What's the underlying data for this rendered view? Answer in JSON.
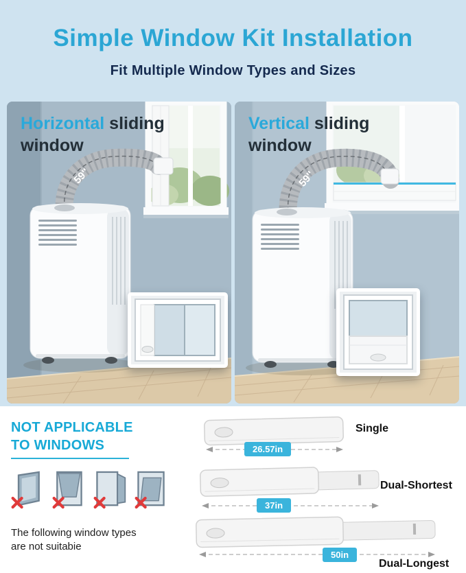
{
  "header": {
    "title": "Simple Window Kit Installation",
    "subtitle": "Fit Multiple Window Types and Sizes"
  },
  "panels": [
    {
      "highlight": "Horizontal",
      "rest": " sliding window",
      "hose_length": "59''"
    },
    {
      "highlight": "Vertical",
      "rest": " sliding window",
      "hose_length": "59''"
    }
  ],
  "not_applicable": {
    "title_line1": "NOT APPLICABLE",
    "title_line2": "TO WINDOWS",
    "note_line1": "The following window types",
    "note_line2": "are not suitabie",
    "icons": [
      "tilted-pane-window-icon",
      "awning-window-icon",
      "casement-window-icon",
      "hopper-window-icon"
    ]
  },
  "kits": [
    {
      "name": "Single",
      "length": "26.57in"
    },
    {
      "name": "Dual-Shortest",
      "length": "37in"
    },
    {
      "name": "Dual-Longest",
      "length": "50in"
    }
  ],
  "colors": {
    "accent_cyan": "#2aa9da",
    "heading_navy": "#14294e",
    "hero_background": "#cfe3f0",
    "pill_cyan": "#3ab4dc",
    "cross_red": "#e03a3a"
  }
}
